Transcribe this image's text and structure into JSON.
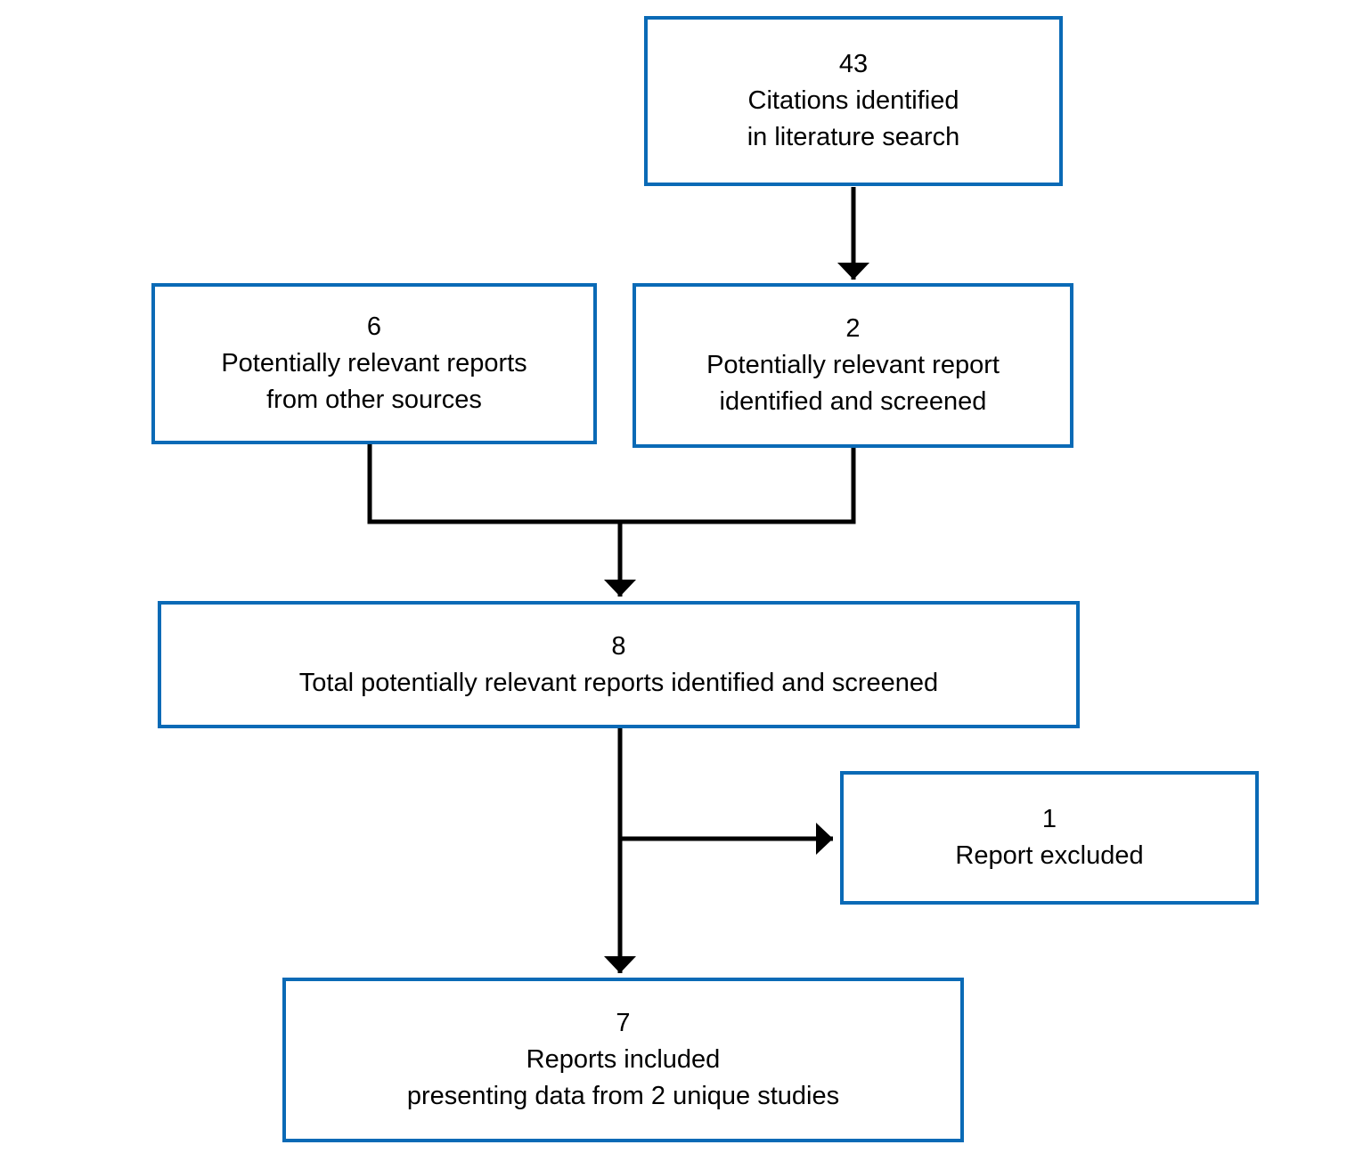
{
  "diagram": {
    "type": "flowchart",
    "description": "Literature search study selection flow diagram",
    "nodes": [
      {
        "id": "citations",
        "count": "43",
        "lines": [
          "Citations identified",
          "in literature search"
        ]
      },
      {
        "id": "other-sources",
        "count": "6",
        "lines": [
          "Potentially relevant reports",
          "from other sources"
        ]
      },
      {
        "id": "screened",
        "count": "2",
        "lines": [
          "Potentially relevant report",
          "identified and screened"
        ]
      },
      {
        "id": "total",
        "count": "8",
        "lines": [
          "Total potentially relevant reports identified and screened"
        ]
      },
      {
        "id": "excluded",
        "count": "1",
        "lines": [
          "Report excluded"
        ]
      },
      {
        "id": "included",
        "count": "7",
        "lines": [
          "Reports included",
          "presenting data from 2 unique studies"
        ]
      }
    ],
    "edges": [
      {
        "from": "citations",
        "to": "screened"
      },
      {
        "from": "other-sources",
        "to": "total"
      },
      {
        "from": "screened",
        "to": "total"
      },
      {
        "from": "total",
        "to": "excluded"
      },
      {
        "from": "total",
        "to": "included"
      }
    ]
  },
  "colors": {
    "box_border": "#0a6ab6",
    "connector": "#000000",
    "text": "#000000",
    "background": "#ffffff"
  }
}
